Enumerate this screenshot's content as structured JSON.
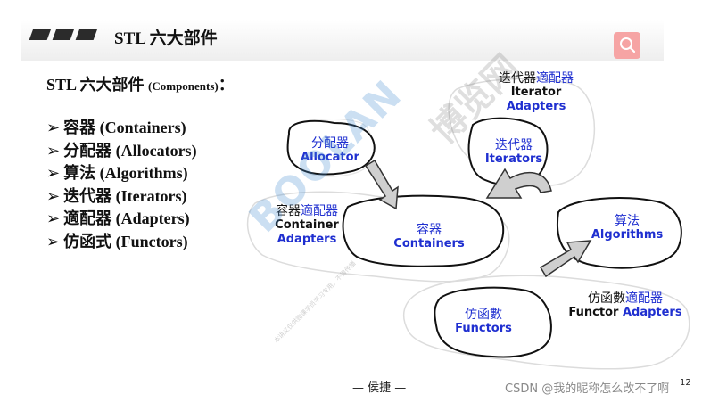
{
  "header": {
    "title": "STL 六大部件"
  },
  "subtitle": {
    "main": "STL 六大部件",
    "paren": "(Components)",
    "colon": "："
  },
  "components_list": [
    {
      "marker": "➢",
      "text": "容器 (Containers)"
    },
    {
      "marker": "➢",
      "text": "分配器 (Allocators)"
    },
    {
      "marker": "➢",
      "text": "算法 (Algorithms)"
    },
    {
      "marker": "➢",
      "text": "迭代器 (Iterators)"
    },
    {
      "marker": "➢",
      "text": "適配器 (Adapters)"
    },
    {
      "marker": "➢",
      "text": "仿函式 (Functors)"
    }
  ],
  "diagram": {
    "allocator": {
      "cn": "分配器",
      "en": "Allocator"
    },
    "iterators": {
      "cn": "迭代器",
      "en": "Iterators"
    },
    "iterator_adapters": {
      "cn_a": "迭代器",
      "cn_b": "適配器",
      "en_a": "Iterator",
      "en_b": "Adapters"
    },
    "containers": {
      "cn": "容器",
      "en": "Containers"
    },
    "container_adapters": {
      "cn_a": "容器",
      "cn_b": "適配器",
      "en_a": "Container",
      "en_b": "Adapters"
    },
    "algorithms": {
      "cn": "算法",
      "en": "Algorithms"
    },
    "functors": {
      "cn": "仿函數",
      "en": "Functors"
    },
    "functor_adapters": {
      "cn_a": "仿函數",
      "cn_b": "適配器",
      "en_a": "Functor",
      "en_b": "Adapters"
    }
  },
  "watermark": {
    "logo": "BOOLAN",
    "cn": "博览网",
    "small": "本讲义仅供购课学员学习专用，不得传播"
  },
  "footer": {
    "author": "— 侯捷 —",
    "credit": "CSDN @我的昵称怎么改不了啊",
    "page": "12"
  },
  "colors": {
    "blue_text": "#1f2fd0",
    "bar": "#2b2b2b",
    "search_button": "#f6a4a4"
  },
  "icons": {
    "search": "search-icon",
    "bars": "slide-bars-icon"
  }
}
